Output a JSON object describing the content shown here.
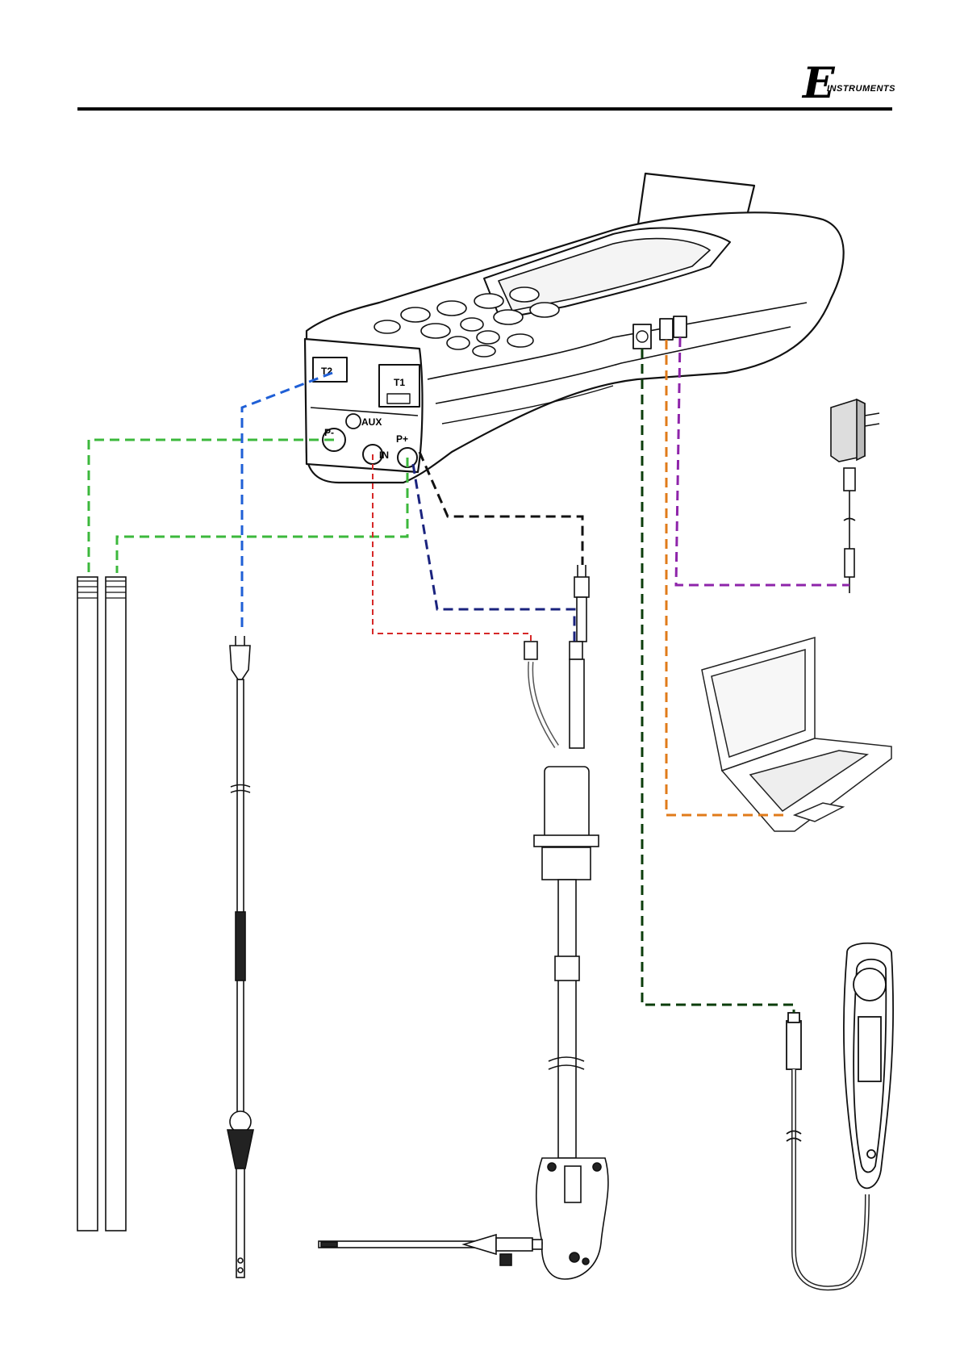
{
  "header": {
    "logo_letter": "E",
    "logo_word": "INSTRUMENTS"
  },
  "analyzer": {
    "port_labels": {
      "t2": "T2",
      "t1": "T1",
      "p_minus": "P-",
      "aux": "AUX",
      "in": "IN",
      "p_plus": "P+"
    }
  },
  "colors": {
    "pressure_tubes": "#3cb83c",
    "air_probe": "#1f5fd6",
    "flue_gas_in": "#d62828",
    "flue_p_plus": "#1a237e",
    "flue_thermocouple": "#111111",
    "remote_printer": "#0b3d0b",
    "pc_usb": "#e07b1a",
    "charger": "#8e24aa"
  }
}
